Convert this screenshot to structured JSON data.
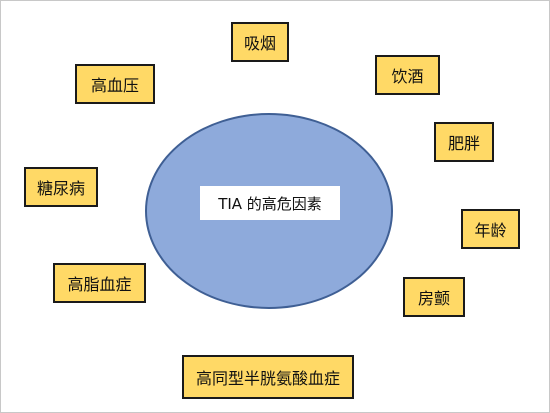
{
  "diagram": {
    "center_label": "TIA 的高危因素",
    "factors": [
      "吸烟",
      "饮酒",
      "肥胖",
      "年龄",
      "房颤",
      "高同型半胱氨酸血症",
      "高脂血症",
      "糖尿病",
      "高血压"
    ]
  },
  "colors": {
    "ellipse_fill": "#8eaadb",
    "ellipse_border": "#3f5f94",
    "factor_fill": "#ffd966",
    "factor_border": "#1a1a1a"
  }
}
